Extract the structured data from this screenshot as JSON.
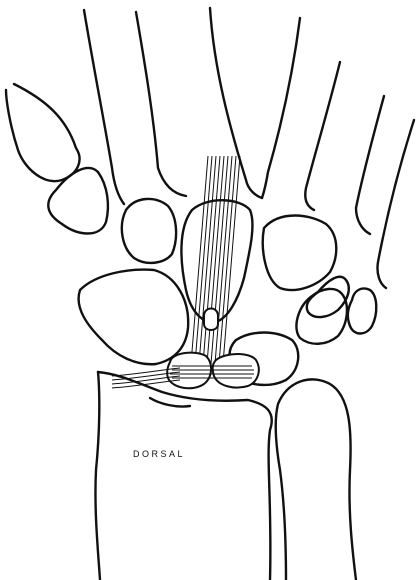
{
  "figure": {
    "view": "dorsal",
    "labels": {
      "region": "DORSAL"
    },
    "colors": {
      "ink": "#111111",
      "background": "#ffffff"
    },
    "structures": [
      "metacarpals",
      "carpal-bones",
      "radius",
      "ulna",
      "tendon-graft"
    ]
  }
}
